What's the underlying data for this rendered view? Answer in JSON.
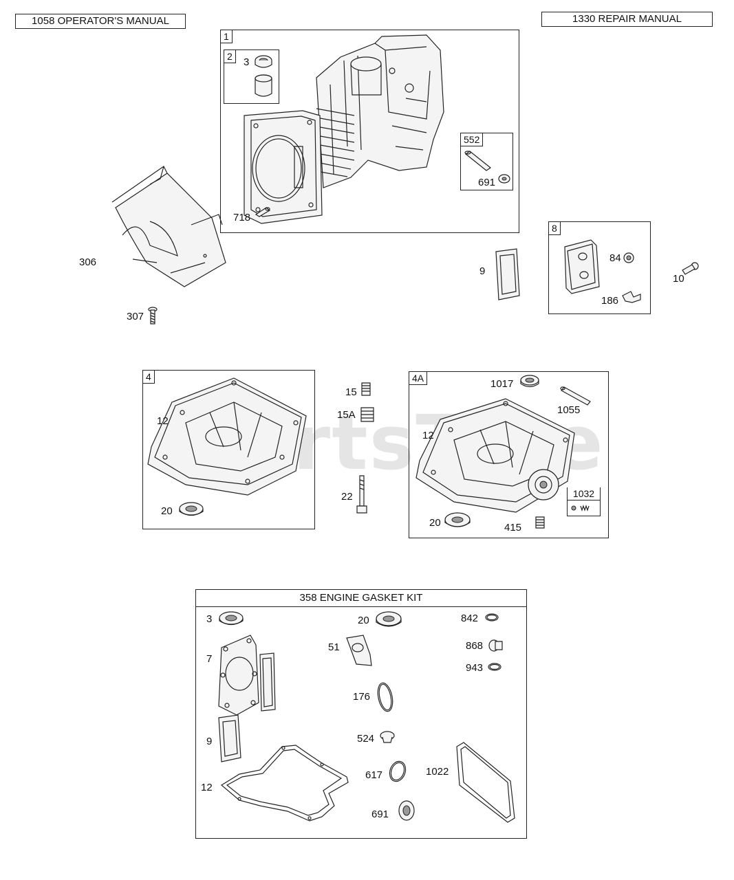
{
  "manuals": {
    "operators": "1058 OPERATOR'S MANUAL",
    "repair": "1330 REPAIR MANUAL"
  },
  "watermark": "PartsTree",
  "groups": {
    "cylinder": "1",
    "bearing": "2",
    "oil_fill": "552",
    "breather": "8",
    "sump": "4",
    "sump_alt": "4A",
    "valve_kit": "1032"
  },
  "labels": {
    "p3": "3",
    "p718": "718",
    "p691": "691",
    "p306": "306",
    "p307": "307",
    "p9": "9",
    "p84": "84",
    "p186": "186",
    "p10": "10",
    "p12a": "12",
    "p20a": "20",
    "p15": "15",
    "p15a": "15A",
    "p22": "22",
    "p1017": "1017",
    "p1055": "1055",
    "p12b": "12",
    "p20b": "20",
    "p415": "415"
  },
  "kit": {
    "title": "358 ENGINE GASKET KIT",
    "labels": {
      "k3": "3",
      "k20": "20",
      "k842": "842",
      "k7": "7",
      "k51": "51",
      "k868": "868",
      "k943": "943",
      "k176": "176",
      "k9": "9",
      "k524": "524",
      "k617": "617",
      "k1022": "1022",
      "k12": "12",
      "k691": "691"
    }
  }
}
